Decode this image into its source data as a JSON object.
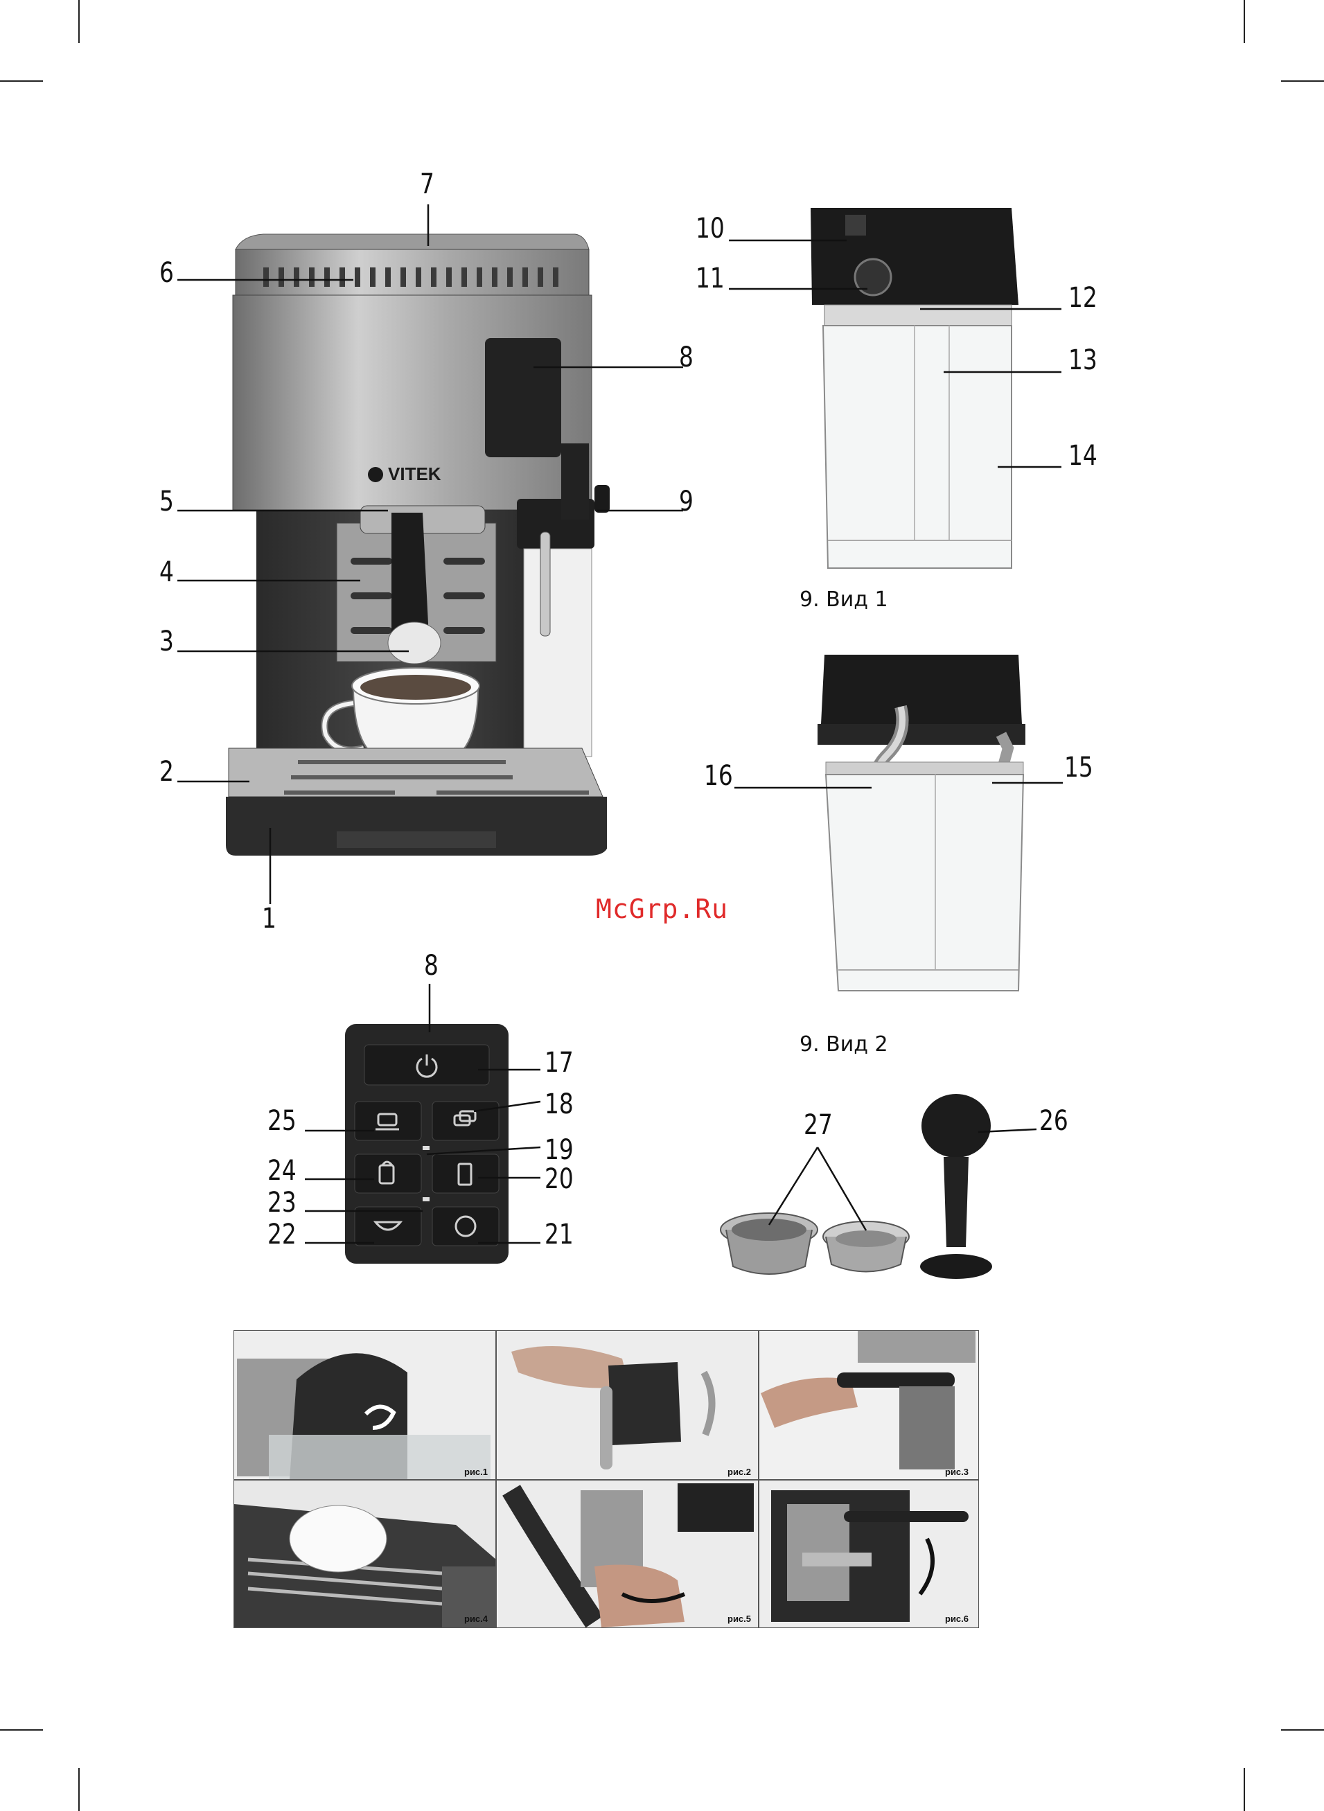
{
  "watermark": "McGrp.Ru",
  "brand": "VITEK",
  "captions": {
    "view1": "9. Вид 1",
    "view2": "9. Вид 2"
  },
  "machine_callouts": {
    "c1": "1",
    "c2": "2",
    "c3": "3",
    "c4": "4",
    "c5": "5",
    "c6": "6",
    "c7": "7",
    "c8": "8",
    "c9": "9"
  },
  "container_callouts": {
    "c10": "10",
    "c11": "11",
    "c12": "12",
    "c13": "13",
    "c14": "14",
    "c15": "15",
    "c16": "16"
  },
  "panel_callouts": {
    "c8": "8",
    "c17": "17",
    "c18": "18",
    "c19": "19",
    "c20": "20",
    "c21": "21",
    "c22": "22",
    "c23": "23",
    "c24": "24",
    "c25": "25"
  },
  "accessory_callouts": {
    "c26": "26",
    "c27": "27"
  },
  "photo_labels": [
    "рис.1",
    "рис.2",
    "рис.3",
    "рис.4",
    "рис.5",
    "рис.6"
  ],
  "icons": [
    "power-icon",
    "single-cup-icon",
    "double-cup-icon",
    "mug-icon",
    "latte-glass-icon",
    "cappuccino-icon",
    "descale-icon"
  ]
}
